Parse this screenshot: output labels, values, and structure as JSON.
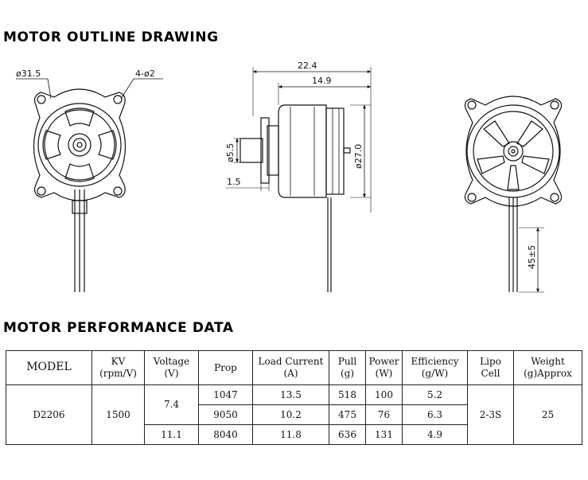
{
  "headings": {
    "outline": "MOTOR OUTLINE DRAWING",
    "performance": "MOTOR PERFORMANCE DATA"
  },
  "drawing_labels": {
    "front_diameter": "ø31.5",
    "mount_holes": "4-ø2",
    "overall_length": "22.4",
    "body_length": "14.9",
    "shaft_diameter": "ø5.5",
    "body_diameter": "ø27.0",
    "flange_thickness": "1.5",
    "lead_length": "45±5"
  },
  "table": {
    "headers": [
      {
        "line1": "MODEL",
        "line2": ""
      },
      {
        "line1": "KV",
        "line2": "(rpm/V)"
      },
      {
        "line1": "Voltage",
        "line2": "(V)"
      },
      {
        "line1": "Prop",
        "line2": ""
      },
      {
        "line1": "Load Current",
        "line2": "(A)"
      },
      {
        "line1": "Pull",
        "line2": "(g)"
      },
      {
        "line1": "Power",
        "line2": "(W)"
      },
      {
        "line1": "Efficiency",
        "line2": "(g/W)"
      },
      {
        "line1": "Lipo",
        "line2": "Cell"
      },
      {
        "line1": "Weight",
        "line2": "(g)Approx"
      }
    ],
    "model": "D2206",
    "kv": "1500",
    "lipo": "2-3S",
    "weight": "25",
    "voltage_groups": [
      "7.4",
      "11.1"
    ],
    "rows": [
      {
        "prop": "1047",
        "current": "13.5",
        "pull": "518",
        "power": "100",
        "efficiency": "5.2"
      },
      {
        "prop": "9050",
        "current": "10.2",
        "pull": "475",
        "power": "76",
        "efficiency": "6.3"
      },
      {
        "prop": "8040",
        "current": "11.8",
        "pull": "636",
        "power": "131",
        "efficiency": "4.9"
      }
    ]
  }
}
